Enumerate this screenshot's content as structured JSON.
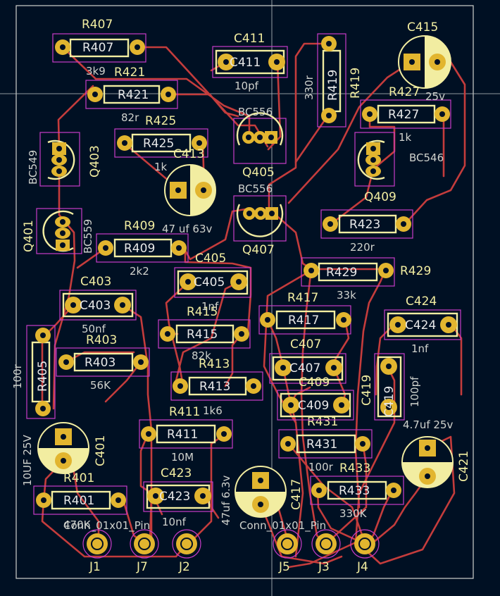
{
  "board": {
    "background": "#001023",
    "copper_color": "#e2b52f",
    "trace_color": "#c43c3c",
    "silk_color": "#f2eda1",
    "courtyard_color": "#c83cc8"
  },
  "resistors": [
    {
      "ref": "R407",
      "value": "3k9"
    },
    {
      "ref": "R421",
      "value": "82r"
    },
    {
      "ref": "R425",
      "value": "1k"
    },
    {
      "ref": "R419",
      "value": "330r"
    },
    {
      "ref": "R427",
      "value": "1k"
    },
    {
      "ref": "R423",
      "value": "220r"
    },
    {
      "ref": "R409",
      "value": "2k2"
    },
    {
      "ref": "R429",
      "value": "33k"
    },
    {
      "ref": "R417",
      "value": ""
    },
    {
      "ref": "R415",
      "value": "82k"
    },
    {
      "ref": "R413",
      "value": "1k6"
    },
    {
      "ref": "R403",
      "value": "56K"
    },
    {
      "ref": "R405",
      "value": "100r"
    },
    {
      "ref": "R411",
      "value": "10M"
    },
    {
      "ref": "R431",
      "value": "100r"
    },
    {
      "ref": "R433",
      "value": "330K"
    },
    {
      "ref": "R401",
      "value": "470K"
    }
  ],
  "capacitors": [
    {
      "ref": "C411",
      "value": "10pf"
    },
    {
      "ref": "C415",
      "value": "25v"
    },
    {
      "ref": "C413",
      "value": "47 uf 63v"
    },
    {
      "ref": "C405",
      "value": "1nf"
    },
    {
      "ref": "C403",
      "value": "50nf"
    },
    {
      "ref": "C424",
      "value": "1nf"
    },
    {
      "ref": "C407",
      "value": ""
    },
    {
      "ref": "C409",
      "value": ""
    },
    {
      "ref": "C419",
      "value": "100pf"
    },
    {
      "ref": "C421",
      "value": "4.7uf 25v"
    },
    {
      "ref": "C417",
      "value": "47uf 6.3v"
    },
    {
      "ref": "C423",
      "value": "10nf"
    },
    {
      "ref": "C401",
      "value": "10UF 25V"
    }
  ],
  "transistors": [
    {
      "ref": "Q403",
      "value": "BC549"
    },
    {
      "ref": "Q401",
      "value": "BC559"
    },
    {
      "ref": "Q405",
      "value": "BC556"
    },
    {
      "ref": "Q407",
      "value": "BC556"
    },
    {
      "ref": "Q409",
      "value": "BC546"
    }
  ],
  "connectors": [
    {
      "ref": "J1",
      "value": "Conn_01x01_Pin"
    },
    {
      "ref": "J7",
      "value": "Conn_01x01_Pin"
    },
    {
      "ref": "J2",
      "value": "Conn_01x01_Pin"
    },
    {
      "ref": "J5",
      "value": "Conn_01x01_Pin"
    },
    {
      "ref": "J3",
      "value": "Conn_01x01_Pin"
    },
    {
      "ref": "J4",
      "value": "Conn_01x01_Pin"
    }
  ],
  "labels": {
    "r407_body": "R407",
    "r421_body": "R421",
    "r425_body": "R425",
    "r419_body": "R419",
    "r427_body": "R427",
    "r423_body": "R423",
    "r409_body": "R409",
    "r429_body": "R429",
    "r417_body": "R417",
    "r415_body": "R415",
    "r413_body": "R413",
    "r403_body": "R403",
    "r405_body": "R405",
    "r411_body": "R411",
    "r431_body": "R431",
    "r433_body": "R433",
    "r401_body": "R401",
    "c411_body": "C411",
    "c405_body": "C405",
    "c403_body": "C403",
    "c424_body": "C424",
    "c407_body": "C407",
    "c409_body": "C409",
    "c419_body": "C419",
    "c423_body": "C423",
    "conn_overlap_left": "Conn_01x01_Pin",
    "conn_overlap_right": "Conn_01x01_Pin"
  }
}
